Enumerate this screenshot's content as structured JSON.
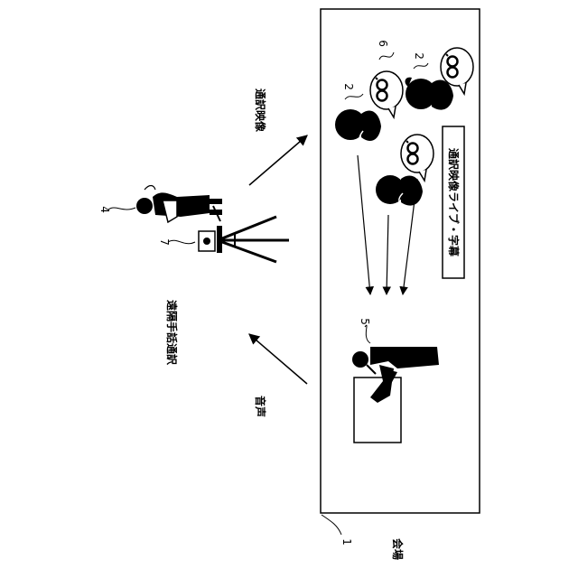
{
  "labels": {
    "venue": "会場",
    "audio": "音声",
    "remote_sign_interpretation": "遠隔手話通訳",
    "interpretation_video": "通訳映像",
    "live_panel": "通訳映像ライブ・字幕"
  },
  "ref_numbers": {
    "venue": "1",
    "participant_a": "2",
    "participant_b": "2",
    "interpreter": "4",
    "speaker": "5",
    "glasses": "6",
    "camera": "7"
  }
}
